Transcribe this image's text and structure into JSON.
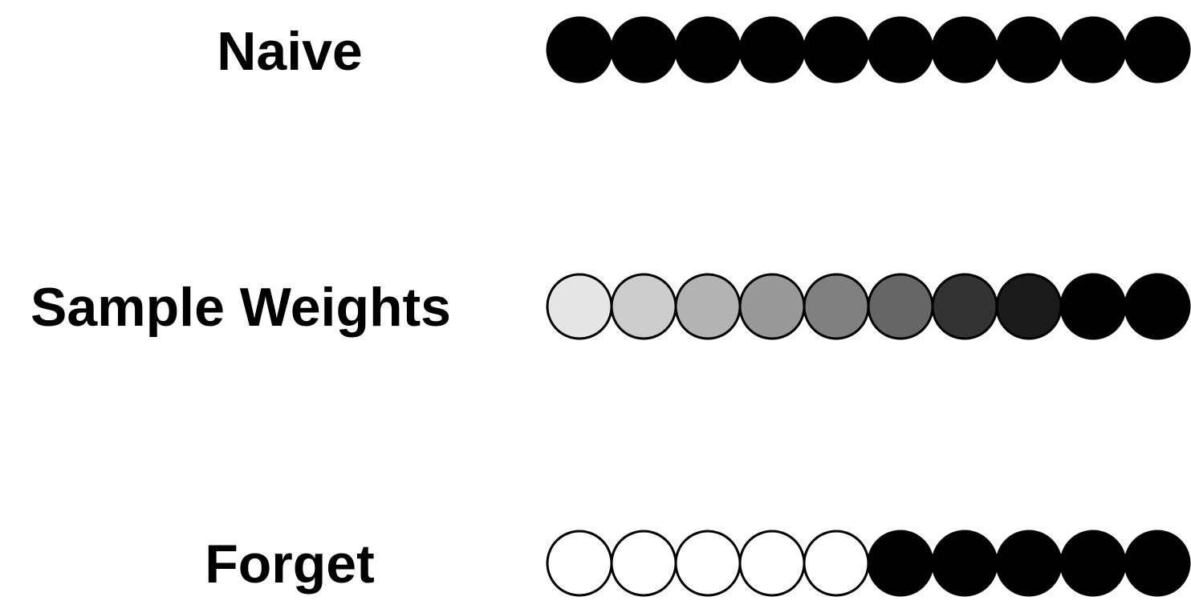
{
  "rows": [
    {
      "label": "Naive",
      "fills": [
        "#000000",
        "#000000",
        "#000000",
        "#000000",
        "#000000",
        "#000000",
        "#000000",
        "#000000",
        "#000000",
        "#000000"
      ]
    },
    {
      "label": "Sample Weights",
      "fills": [
        "#e6e6e6",
        "#cccccc",
        "#b3b3b3",
        "#999999",
        "#808080",
        "#666666",
        "#333333",
        "#1a1a1a",
        "#000000",
        "#000000"
      ]
    },
    {
      "label": "Forget",
      "fills": [
        "#ffffff",
        "#ffffff",
        "#ffffff",
        "#ffffff",
        "#ffffff",
        "#000000",
        "#000000",
        "#000000",
        "#000000",
        "#000000"
      ]
    }
  ],
  "stroke_color": "#000000"
}
